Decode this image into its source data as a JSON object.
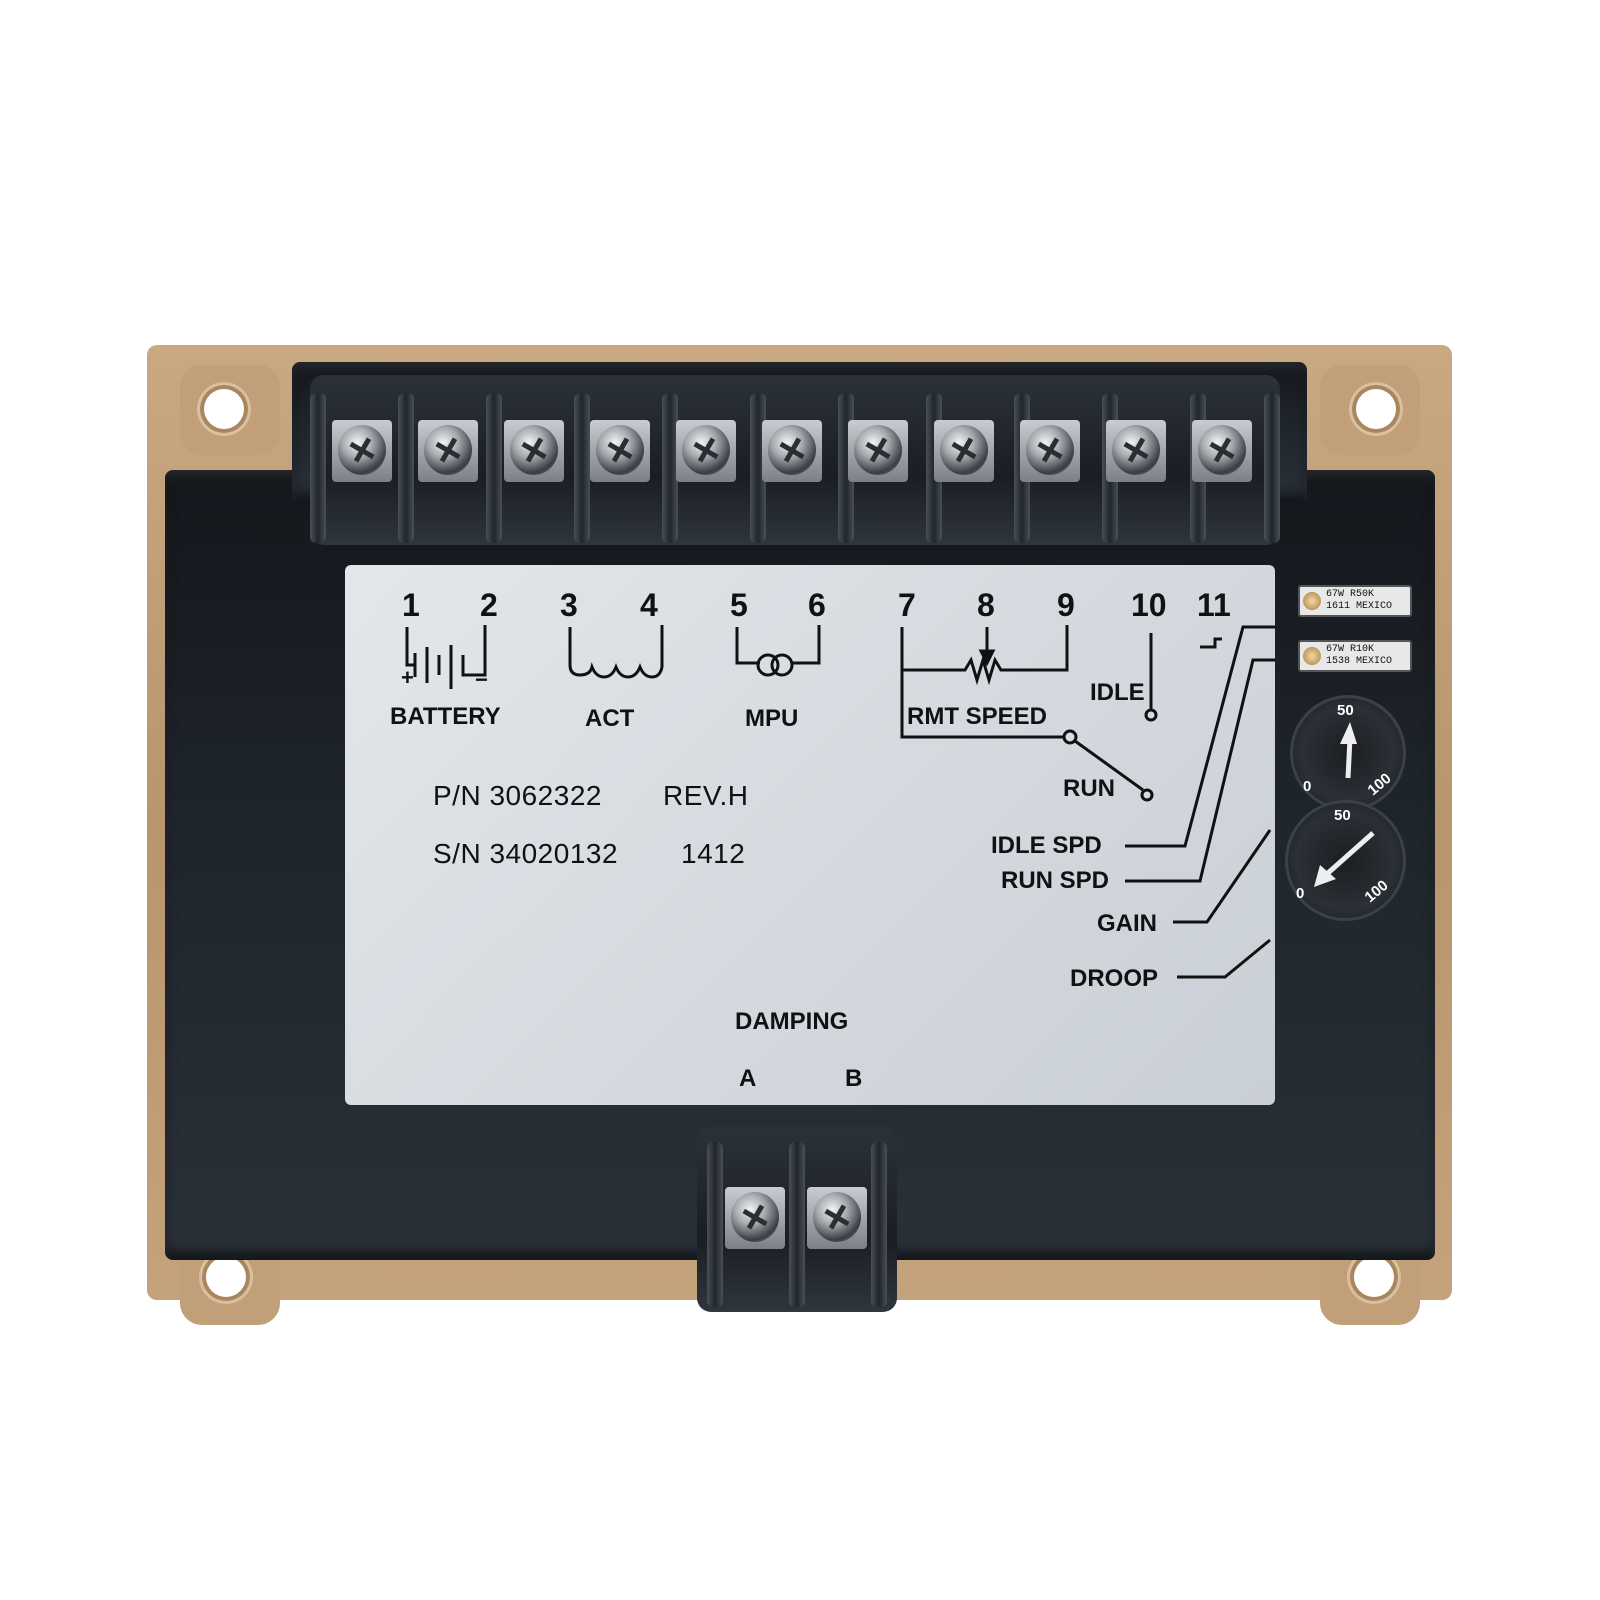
{
  "product": {
    "type": "Engine speed governor controller",
    "part_number_label": "P/N 3062322",
    "revision_label": "REV.H",
    "serial_number_label": "S/N 34020132",
    "date_code": "1412"
  },
  "terminals": {
    "top_count": 11,
    "numbers": [
      "1",
      "2",
      "3",
      "4",
      "5",
      "6",
      "7",
      "8",
      "9",
      "10",
      "11"
    ],
    "bottom_count": 2,
    "bottom_labels": [
      "A",
      "B"
    ]
  },
  "diagram": {
    "battery_label": "BATTERY",
    "battery_plus": "+",
    "battery_minus": "−",
    "act_label": "ACT",
    "mpu_label": "MPU",
    "rmt_speed_label": "RMT SPEED",
    "idle_label": "IDLE",
    "run_label": "RUN",
    "idle_spd_label": "IDLE SPD",
    "run_spd_label": "RUN SPD",
    "gain_label": "GAIN",
    "droop_label": "DROOP",
    "damping_label": "DAMPING"
  },
  "trimmers": [
    {
      "line1": "67W R50K",
      "line2": "1611 MEXICO"
    },
    {
      "line1": "67W R10K",
      "line2": "1538 MEXICO"
    }
  ],
  "pots": [
    {
      "name": "gain-pot",
      "min": "0",
      "mid": "50",
      "max": "100"
    },
    {
      "name": "droop-pot",
      "min": "0",
      "mid": "50",
      "max": "100"
    }
  ],
  "colors": {
    "frame": "#c19f78",
    "body": "#1e242b",
    "label": "#dde1e6",
    "text": "#111111"
  }
}
